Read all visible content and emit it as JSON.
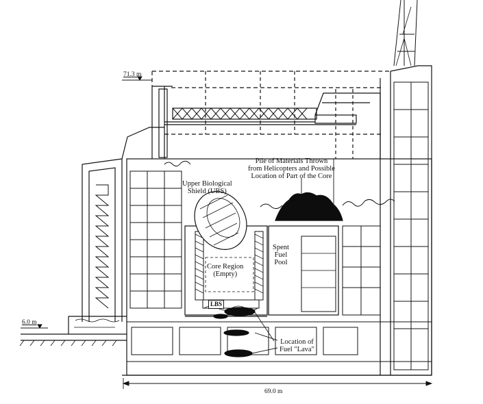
{
  "labels": {
    "elev_top": "71.3 m",
    "elev_ground": "6.0 m",
    "width": "69.0 m",
    "ubs_line1": "Upper Biological",
    "ubs_line2": "Shield (UBS)",
    "pile_line1": "Pile of Materials Thrown",
    "pile_line2": "from Helicopters and Possible",
    "pile_line3": "Location of Part of the Core",
    "core_line1": "Core Region",
    "core_line2": "(Empty)",
    "pool_line1": "Spent",
    "pool_line2": "Fuel",
    "pool_line3": "Pool",
    "lbs": "LBS",
    "lava_line1": "Location of",
    "lava_line2": "Fuel \"Lava\""
  },
  "colors": {
    "ink": "#111111",
    "paper": "#ffffff",
    "fill": "#0d0d0d"
  }
}
